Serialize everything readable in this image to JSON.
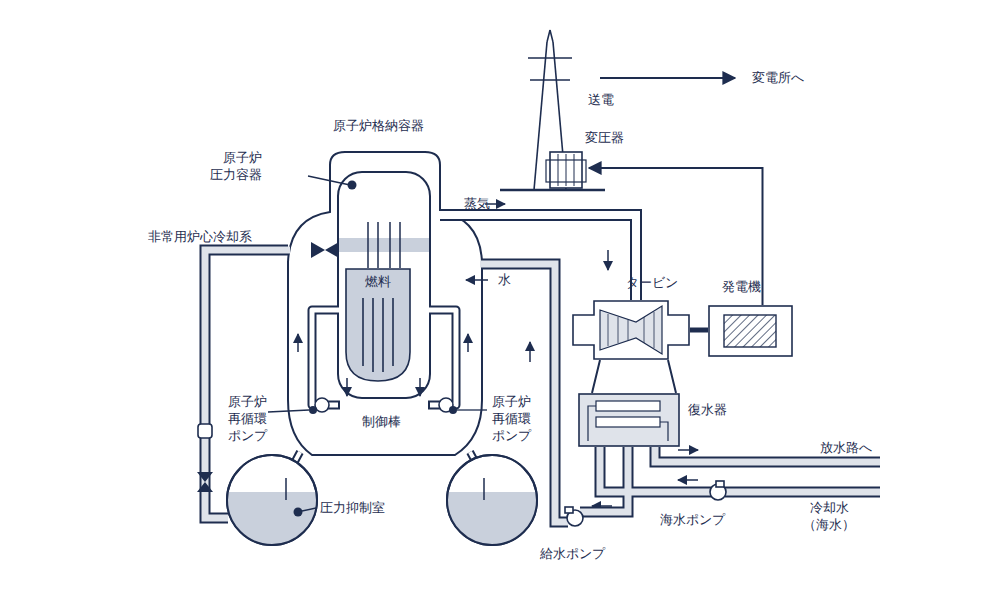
{
  "diagram": {
    "nodes": [
      {
        "text": [
          "燃料"
        ]
      },
      {
        "text": [
          "タービン"
        ]
      },
      {
        "text": [
          "発電機"
        ]
      },
      {
        "text": [
          "変圧器"
        ]
      },
      {
        "text": [
          "復水器"
        ]
      }
    ],
    "edges": [
      {
        "from": 2,
        "to": 3,
        "arrow": "to"
      },
      {
        "from": 1,
        "to": 2,
        "arrow": "none"
      }
    ],
    "labels": [
      "変電所へ",
      "送電",
      "原子炉格納容器",
      "原子炉 圧力容器",
      "蒸気",
      "非常用炉心冷却系",
      "水",
      "原子炉 再循環 ポンプ",
      "原子炉 再循環 ポンプ",
      "制御棒",
      "放水路へ",
      "冷却水 （海水）",
      "海水ポンプ",
      "圧力抑制室",
      "給水ポンプ"
    ]
  }
}
